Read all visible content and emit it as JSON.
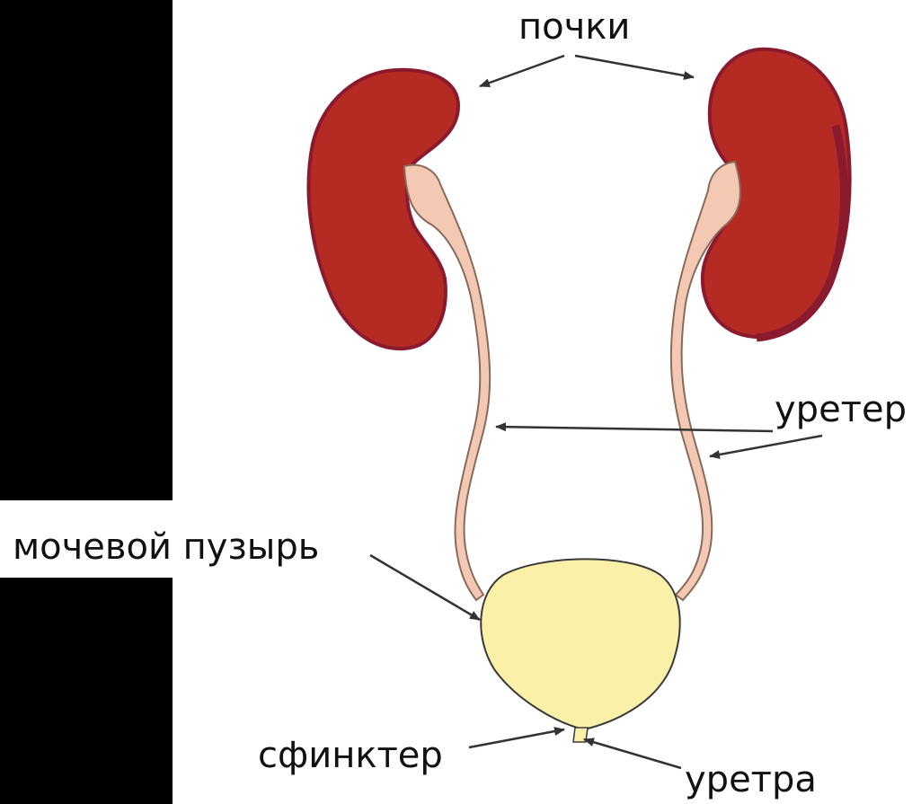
{
  "labels": {
    "kidneys": "почки",
    "ureter": "уретер",
    "bladder": "мочевой пузырь",
    "sphincter": "сфинктер",
    "urethra": "уретра"
  },
  "colors": {
    "kidney_fill": "#b52b24",
    "kidney_shadow": "#8a1a2e",
    "ureter_fill": "#f3c9b4",
    "ureter_outline": "#8a6a5a",
    "bladder_fill": "#faf0a8",
    "bladder_outline": "#3a3a3a",
    "arrow": "#333333",
    "background": "#ffffff",
    "side_bar": "#000000"
  }
}
